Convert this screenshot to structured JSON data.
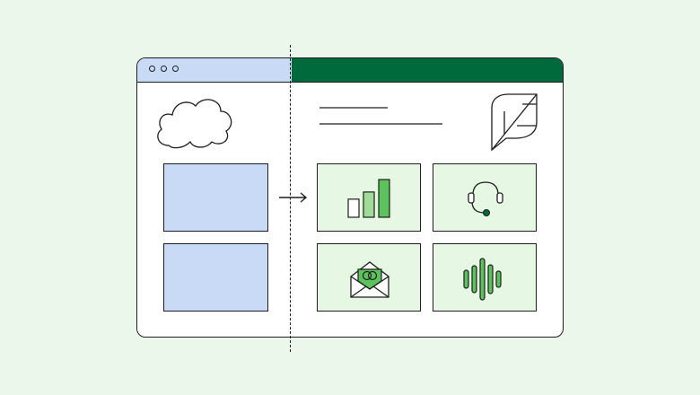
{
  "colors": {
    "background": "#eaf7ea",
    "legacy_blue": "#c9daf7",
    "brand_green": "#006a3d",
    "light_green": "#e6f7e4",
    "accent_green": "#5cc35c",
    "pale_green": "#9fdc98",
    "outline": "#1e1e1e"
  },
  "icons": {
    "cloud": "cloud-icon",
    "leaf": "leaf-icon",
    "arrow": "arrow-right-icon",
    "bar_chart": "bar-chart-icon",
    "headset": "headset-icon",
    "envelope": "envelope-icon",
    "sound_wave": "sound-wave-icon"
  },
  "bar_chart_levels": [
    0.48,
    0.67,
    1.0
  ]
}
